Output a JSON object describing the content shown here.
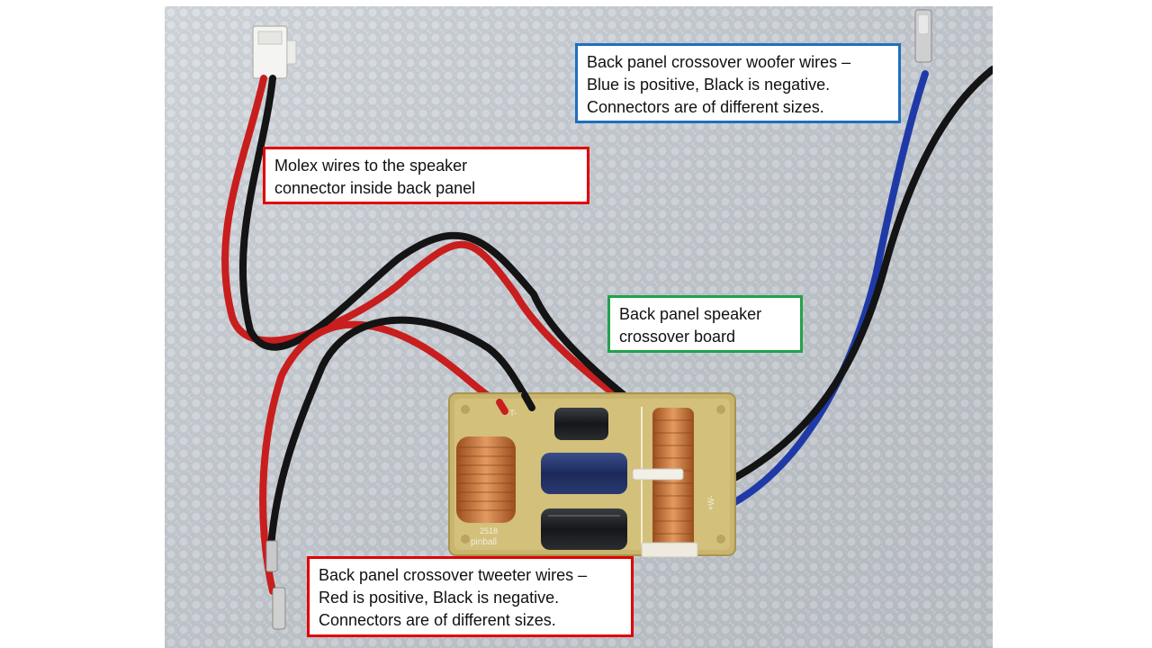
{
  "photo": {
    "subject": "speaker-crossover-board",
    "board_silkscreen": [
      "+T-",
      "+W-",
      "2518",
      "pinball"
    ]
  },
  "callouts": {
    "molex": {
      "lines": [
        "Molex wires to the speaker",
        "connector inside back panel"
      ],
      "border_color": "#e00000"
    },
    "woofer": {
      "lines": [
        "Back panel crossover woofer wires –",
        "Blue is positive, Black is negative.",
        "Connectors are of different sizes."
      ],
      "border_color": "#1f6fbf"
    },
    "board": {
      "lines": [
        "Back panel speaker",
        "crossover board"
      ],
      "border_color": "#22a24a"
    },
    "tweeter": {
      "lines": [
        "Back panel crossover tweeter wires –",
        "Red is positive, Black is negative.",
        "Connectors are of different sizes."
      ],
      "border_color": "#e00000"
    }
  }
}
